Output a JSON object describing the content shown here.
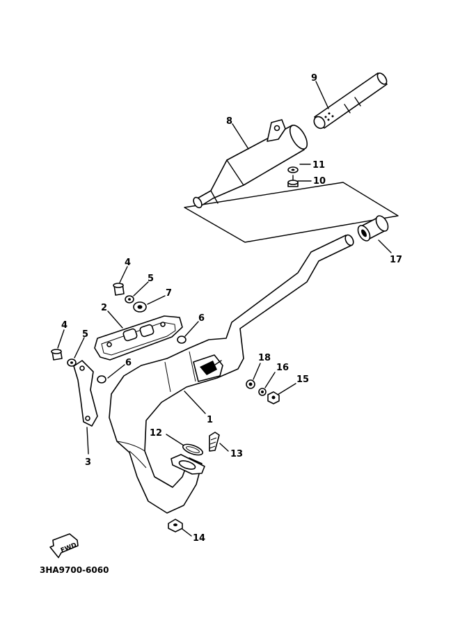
{
  "diagram": {
    "callouts": [
      {
        "id": "1",
        "label": "1"
      },
      {
        "id": "2",
        "label": "2"
      },
      {
        "id": "3",
        "label": "3"
      },
      {
        "id": "4a",
        "label": "4"
      },
      {
        "id": "4b",
        "label": "4"
      },
      {
        "id": "5a",
        "label": "5"
      },
      {
        "id": "5b",
        "label": "5"
      },
      {
        "id": "6a",
        "label": "6"
      },
      {
        "id": "6b",
        "label": "6"
      },
      {
        "id": "7",
        "label": "7"
      },
      {
        "id": "8",
        "label": "8"
      },
      {
        "id": "9",
        "label": "9"
      },
      {
        "id": "10",
        "label": "10"
      },
      {
        "id": "11",
        "label": "11"
      },
      {
        "id": "12",
        "label": "12"
      },
      {
        "id": "13",
        "label": "13"
      },
      {
        "id": "14",
        "label": "14"
      },
      {
        "id": "15",
        "label": "15"
      },
      {
        "id": "16",
        "label": "16"
      },
      {
        "id": "17",
        "label": "17"
      },
      {
        "id": "18",
        "label": "18"
      }
    ],
    "fwd_label": "FWD",
    "drawing_code": "3HA9700-6060"
  }
}
